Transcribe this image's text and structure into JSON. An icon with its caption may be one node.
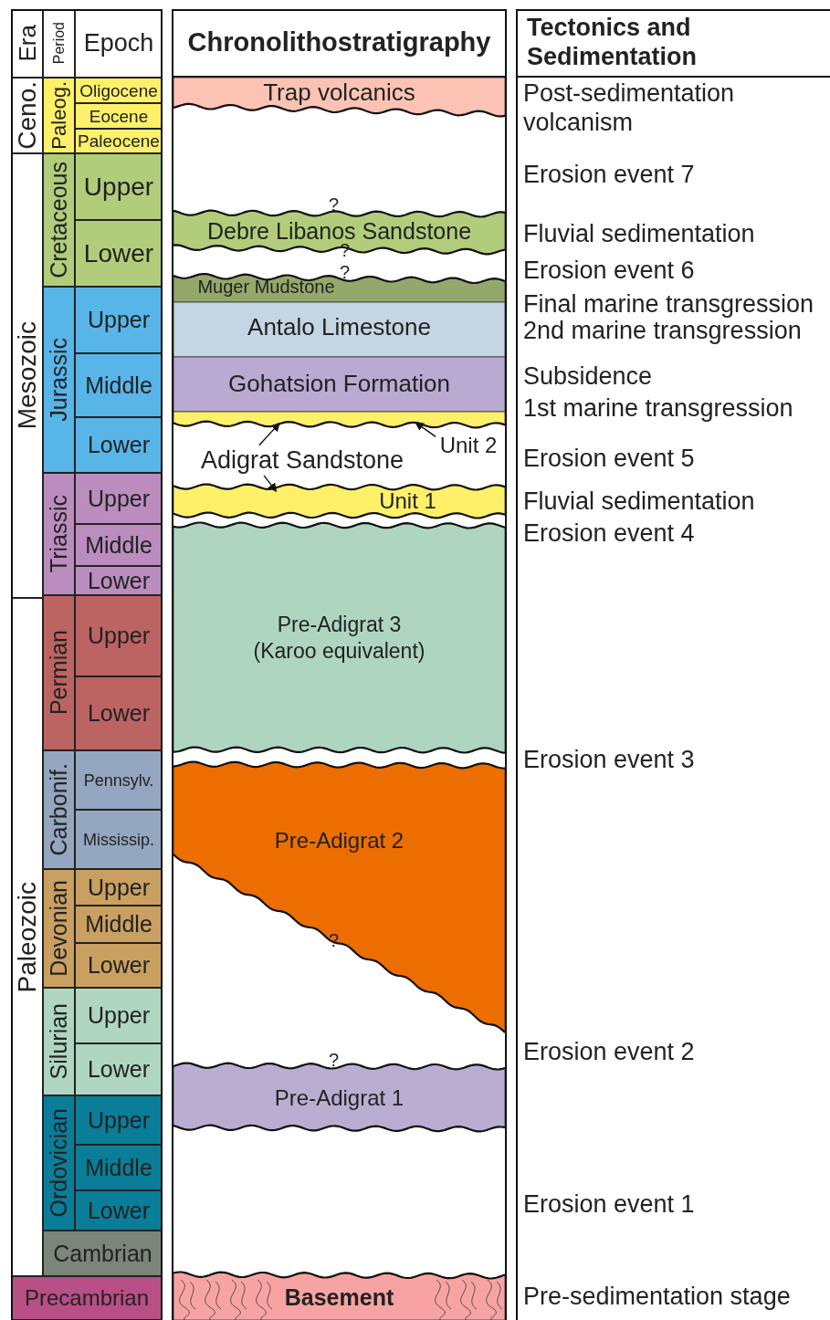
{
  "diagram": {
    "nodes": [
      {
        "text": [
          "Era"
        ]
      },
      {
        "text": [
          "Period"
        ]
      },
      {
        "text": [
          "Epoch"
        ]
      },
      {
        "text": [
          "Chronolithostratigraphy"
        ]
      },
      {
        "text": [
          "Tectonics and Sedimentation"
        ]
      },
      {
        "text": [
          "Ceno."
        ]
      },
      {
        "text": [
          "Mesozoic"
        ]
      },
      {
        "text": [
          "Paleozoic"
        ]
      },
      {
        "text": [
          "Precambrian"
        ]
      },
      {
        "text": [
          "Paleog."
        ]
      },
      {
        "text": [
          "Cretaceous"
        ]
      },
      {
        "text": [
          "Jurassic"
        ]
      },
      {
        "text": [
          "Triassic"
        ]
      },
      {
        "text": [
          "Permian"
        ]
      },
      {
        "text": [
          "Carbonif."
        ]
      },
      {
        "text": [
          "Devonian"
        ]
      },
      {
        "text": [
          "Silurian"
        ]
      },
      {
        "text": [
          "Ordovician"
        ]
      },
      {
        "text": [
          "Cambrian"
        ]
      },
      {
        "text": [
          "Oligocene"
        ]
      },
      {
        "text": [
          "Eocene"
        ]
      },
      {
        "text": [
          "Paleocene"
        ]
      },
      {
        "text": [
          "Upper"
        ]
      },
      {
        "text": [
          "Lower"
        ]
      },
      {
        "text": [
          "Upper"
        ]
      },
      {
        "text": [
          "Middle"
        ]
      },
      {
        "text": [
          "Lower"
        ]
      },
      {
        "text": [
          "Upper"
        ]
      },
      {
        "text": [
          "Middle"
        ]
      },
      {
        "text": [
          "Lower"
        ]
      },
      {
        "text": [
          "Upper"
        ]
      },
      {
        "text": [
          "Lower"
        ]
      },
      {
        "text": [
          "Pennsylv."
        ]
      },
      {
        "text": [
          "Mississip."
        ]
      },
      {
        "text": [
          "Upper"
        ]
      },
      {
        "text": [
          "Middle"
        ]
      },
      {
        "text": [
          "Lower"
        ]
      },
      {
        "text": [
          "Upper"
        ]
      },
      {
        "text": [
          "Lower"
        ]
      },
      {
        "text": [
          "Upper"
        ]
      },
      {
        "text": [
          "Middle"
        ]
      },
      {
        "text": [
          "Lower"
        ]
      },
      {
        "text": [
          "Trap volcanics"
        ]
      },
      {
        "text": [
          "Debre Libanos Sandstone"
        ]
      },
      {
        "text": [
          "Muger Mudstone"
        ]
      },
      {
        "text": [
          "Antalo Limestone"
        ]
      },
      {
        "text": [
          "Gohatsion Formation"
        ]
      },
      {
        "text": [],
        "shape": "bar"
      },
      {
        "text": [
          "Adigrat Sandstone"
        ]
      },
      {
        "text": [
          "Unit 2"
        ]
      },
      {
        "text": [
          "Unit 1"
        ]
      },
      {
        "text": [
          "Pre-Adigrat 3 (Karoo equivalent)"
        ]
      },
      {
        "text": [
          "Pre-Adigrat 2"
        ]
      },
      {
        "text": [
          "Pre-Adigrat 1"
        ]
      },
      {
        "text": [
          "Basement"
        ]
      }
    ],
    "edges": [
      {
        "from": 48,
        "to": 47,
        "arrow": "to"
      },
      {
        "from": 48,
        "to": 50,
        "arrow": "to"
      },
      {
        "from": 49,
        "to": 47,
        "arrow": "to"
      }
    ],
    "labels": [
      "Post-sedimentation volcanism",
      "Erosion event 7",
      "?",
      "Fluvial sedimentation",
      "?",
      "Erosion event 6",
      "?",
      "Final marine transgression",
      "2nd marine transgression",
      "Subsidence",
      "1st marine transgression",
      "Erosion event 5",
      "Fluvial sedimentation",
      "Erosion event 4",
      "Erosion event 3",
      "?",
      "Erosion event 2",
      "?",
      "Erosion event 1",
      "Pre-sedimentation stage"
    ]
  }
}
